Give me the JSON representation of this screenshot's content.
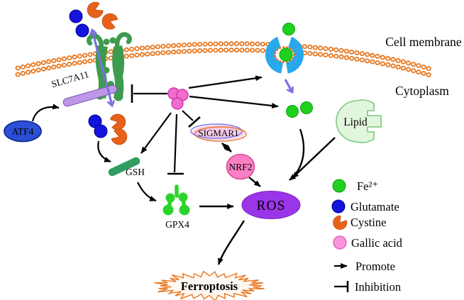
{
  "figure": {
    "type": "cell-signaling-pathway-diagram",
    "topic": "Gallic acid induced ferroptosis pathway"
  },
  "labels": {
    "cell_membrane": "Cell membrane",
    "cytoplasm": "Cytoplasm"
  },
  "nodes": {
    "slc7a11": {
      "label": "SLC7A11"
    },
    "atf4": {
      "label": "ATF4"
    },
    "gsh": {
      "label": "GSH"
    },
    "gpx4": {
      "label": "GPX4"
    },
    "sigmar1": {
      "label": "SIGMAR1"
    },
    "nrf2": {
      "label": "NRF2"
    },
    "ros": {
      "label": "ROS"
    },
    "lipid": {
      "label": "Lipid"
    },
    "ferroptosis": {
      "label": "Ferroptosis"
    }
  },
  "legend": {
    "items": [
      {
        "icon": "fe2-circle-icon",
        "label": "Fe²⁺",
        "color": "#1ED11E"
      },
      {
        "icon": "glutamate-circle-icon",
        "label": "Glutamate",
        "color": "#1414DC"
      },
      {
        "icon": "cystine-blob-icon",
        "label": "Cystine",
        "color": "#E8611A"
      },
      {
        "icon": "gallic-acid-circle-icon",
        "label": "Gallic acid",
        "color": "#F995DC"
      },
      {
        "icon": "promote-arrow-icon",
        "label": "Promote",
        "color": "#000000"
      },
      {
        "icon": "inhibition-bar-icon",
        "label": "Inhibition",
        "color": "#000000"
      }
    ]
  },
  "colors": {
    "membrane_bead": "#E87820",
    "transporter_green": "#3D9B4D",
    "gsh_green": "#2F9E60",
    "gpx4_green": "#2BD42B",
    "fe2_green": "#1ED11E",
    "glutamate_blue": "#1414DC",
    "cystine_orange": "#E8611A",
    "gallic_pink": "#F06ECE",
    "slc7a11_purple": "#BE97E6",
    "transport_arrow_purple": "#7C6FE0",
    "channel_blue": "#29A8EC",
    "atf4_blue": "#2C4FD6",
    "lipid_fill": "#E2F6DE",
    "lipid_border": "#7CC97C",
    "sigmar1_fill": "#F6CCE8",
    "nrf2_pink": "#FB7FC4",
    "ros_purple": "#9A35E8",
    "ferroptosis_outline": "#E87722"
  }
}
